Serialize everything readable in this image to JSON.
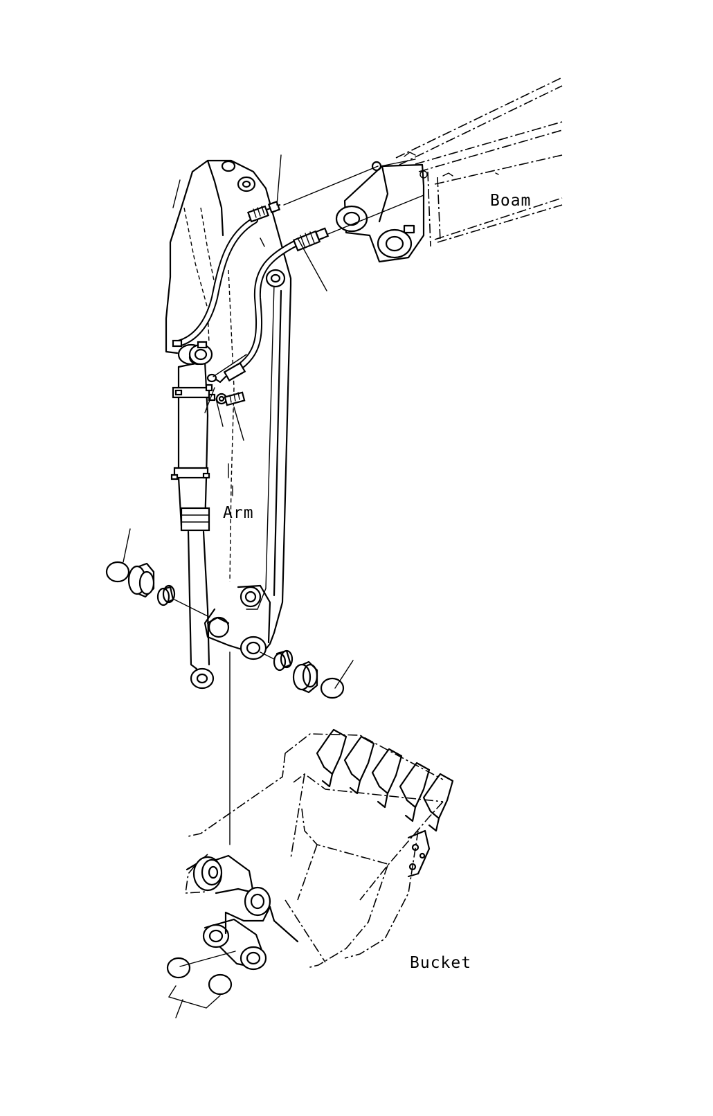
{
  "labels": {
    "boom": "Boam",
    "arm": "Arm",
    "bucket": "Bucket"
  }
}
